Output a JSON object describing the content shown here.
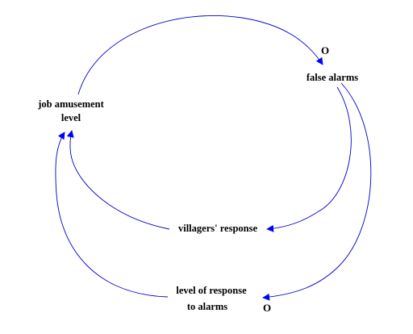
{
  "diagram": {
    "type": "causal-loop",
    "link_color": "#0000cc",
    "arrowhead_color": "#0000ff",
    "nodes": {
      "job_amusement": {
        "line1": "job amusement",
        "line2": "level"
      },
      "false_alarms": {
        "label": "false alarms"
      },
      "villagers_response": {
        "label": "villagers' response"
      },
      "level_of_response": {
        "line1": "level of response",
        "line2": "to alarms"
      }
    },
    "links": [
      {
        "from": "job_amusement",
        "to": "false_alarms",
        "polarity": "O"
      },
      {
        "from": "false_alarms",
        "to": "villagers_response",
        "polarity": ""
      },
      {
        "from": "villagers_response",
        "to": "job_amusement",
        "polarity": ""
      },
      {
        "from": "false_alarms",
        "to": "level_of_response",
        "polarity": "O"
      },
      {
        "from": "level_of_response",
        "to": "job_amusement",
        "polarity": ""
      }
    ],
    "polarity_labels": {
      "top": "O",
      "bottom": "O"
    }
  }
}
